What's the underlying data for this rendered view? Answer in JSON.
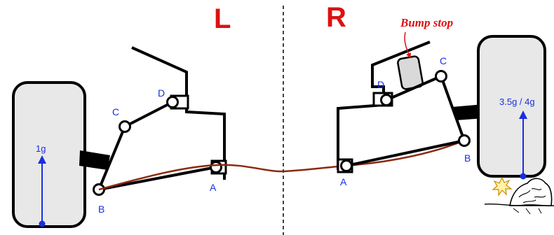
{
  "labels": {
    "left_side": "L",
    "right_side": "R",
    "bump_stop": "Bump stop"
  },
  "left_joints": {
    "a": "A",
    "b": "B",
    "c": "C",
    "d": "D"
  },
  "right_joints": {
    "a": "A",
    "b": "B",
    "c": "C",
    "d": "D"
  },
  "forces": {
    "left": "1g",
    "right": "3.5g / 4g"
  },
  "colors": {
    "side_labels": "#dd1111",
    "bump_stop_label": "#dd1111",
    "joint_labels": "#1a2ee0",
    "force_arrows": "#1a2ee0",
    "anti_roll_bar": "#8b2a10",
    "links": "#000000",
    "tyre_fill": "#e8e8e8",
    "bump_stop_fill": "#d9d9d9"
  },
  "icons": {
    "wheel": "tyre-icon",
    "obstacle": "rock-icon",
    "impact": "impact-star-icon"
  }
}
